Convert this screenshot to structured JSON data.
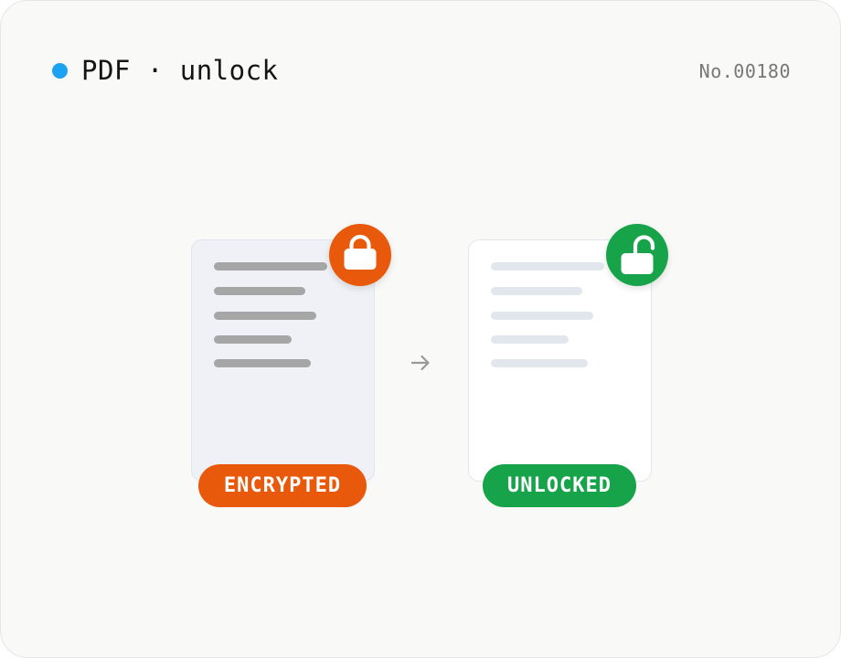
{
  "header": {
    "title": "PDF · unlock",
    "number": "No.00180",
    "dot_color": "#1da1f2"
  },
  "colors": {
    "encrypted": "#e8590c",
    "unlocked": "#16a34a",
    "dark_line": "#a6a6a6",
    "light_line": "#e2e7ee",
    "arrow": "#9a9a9a"
  },
  "documents": [
    {
      "state": "encrypted",
      "label": "ENCRYPTED",
      "icon": "lock-closed-icon"
    },
    {
      "state": "unlocked",
      "label": "UNLOCKED",
      "icon": "lock-open-icon"
    }
  ],
  "arrow_icon": "arrow-right-icon"
}
